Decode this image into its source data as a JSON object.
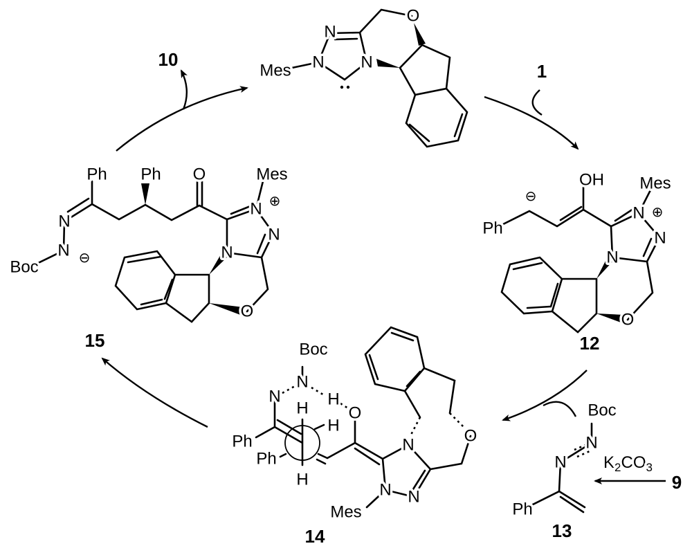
{
  "compounds": {
    "catalyst": {
      "mes": "Mes",
      "n1": "N",
      "n2": "N",
      "n3": "N",
      "o": "O"
    },
    "c12": {
      "label": "12",
      "ph": "Ph",
      "oh": "OH",
      "mes": "Mes",
      "n1": "N",
      "n2": "N",
      "n3": "N",
      "o": "O",
      "plus": "⊕",
      "minus": "⊖"
    },
    "c14": {
      "label": "14",
      "boc": "Boc",
      "n_boc": "N",
      "n_imine": "N",
      "h_nh": "H",
      "o_enol": "O",
      "h_top": "H",
      "h_right": "H",
      "h_bottom": "H",
      "ph1": "Ph",
      "ph2": "Ph",
      "n1": "N",
      "n2": "N",
      "n3": "N",
      "o_ring": "O",
      "mes": "Mes"
    },
    "c15": {
      "label": "15",
      "ph1": "Ph",
      "ph2": "Ph",
      "o_keto": "O",
      "mes": "Mes",
      "n_imine": "N",
      "n_boc": "N",
      "boc": "Boc",
      "n1": "N",
      "n2": "N",
      "n3": "N",
      "o_ring": "O",
      "plus": "⊕",
      "minus": "⊖"
    },
    "c13": {
      "label": "13",
      "boc": "Boc",
      "n1": "N",
      "n2": "N",
      "ph": "Ph"
    }
  },
  "reagents": {
    "r1": "1",
    "r9": "9",
    "r10": "10",
    "base": "K",
    "base_sub": "2",
    "base_mid": "CO",
    "base_sub2": "3"
  }
}
